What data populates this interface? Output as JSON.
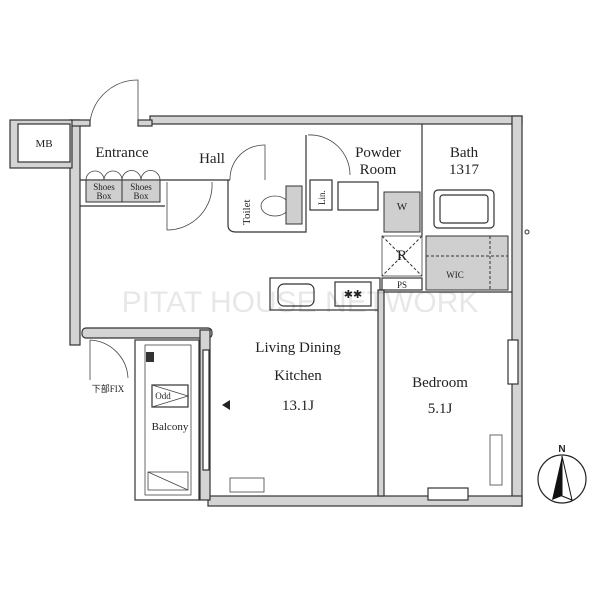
{
  "rooms": {
    "mb": "MB",
    "entrance": "Entrance",
    "shoes_box_1": [
      "Shoes",
      "Box"
    ],
    "shoes_box_2": [
      "Shoes",
      "Box"
    ],
    "hall": "Hall",
    "toilet": "Toilet",
    "linen": "Lin.",
    "powder_room": [
      "Powder",
      "Room"
    ],
    "bath": [
      "Bath",
      "1317"
    ],
    "washer": "W",
    "refrigerator": "R",
    "wic": "WIC",
    "ps": "PS",
    "ldk": [
      "Living Dining",
      "Kitchen",
      "13.1J"
    ],
    "bedroom": [
      "Bedroom",
      "5.1J"
    ],
    "balcony": "Balcony",
    "odd": "Odd",
    "fix_note": "下部FIX"
  },
  "compass": "N",
  "watermark": "PITAT HOUSE NETWORK"
}
